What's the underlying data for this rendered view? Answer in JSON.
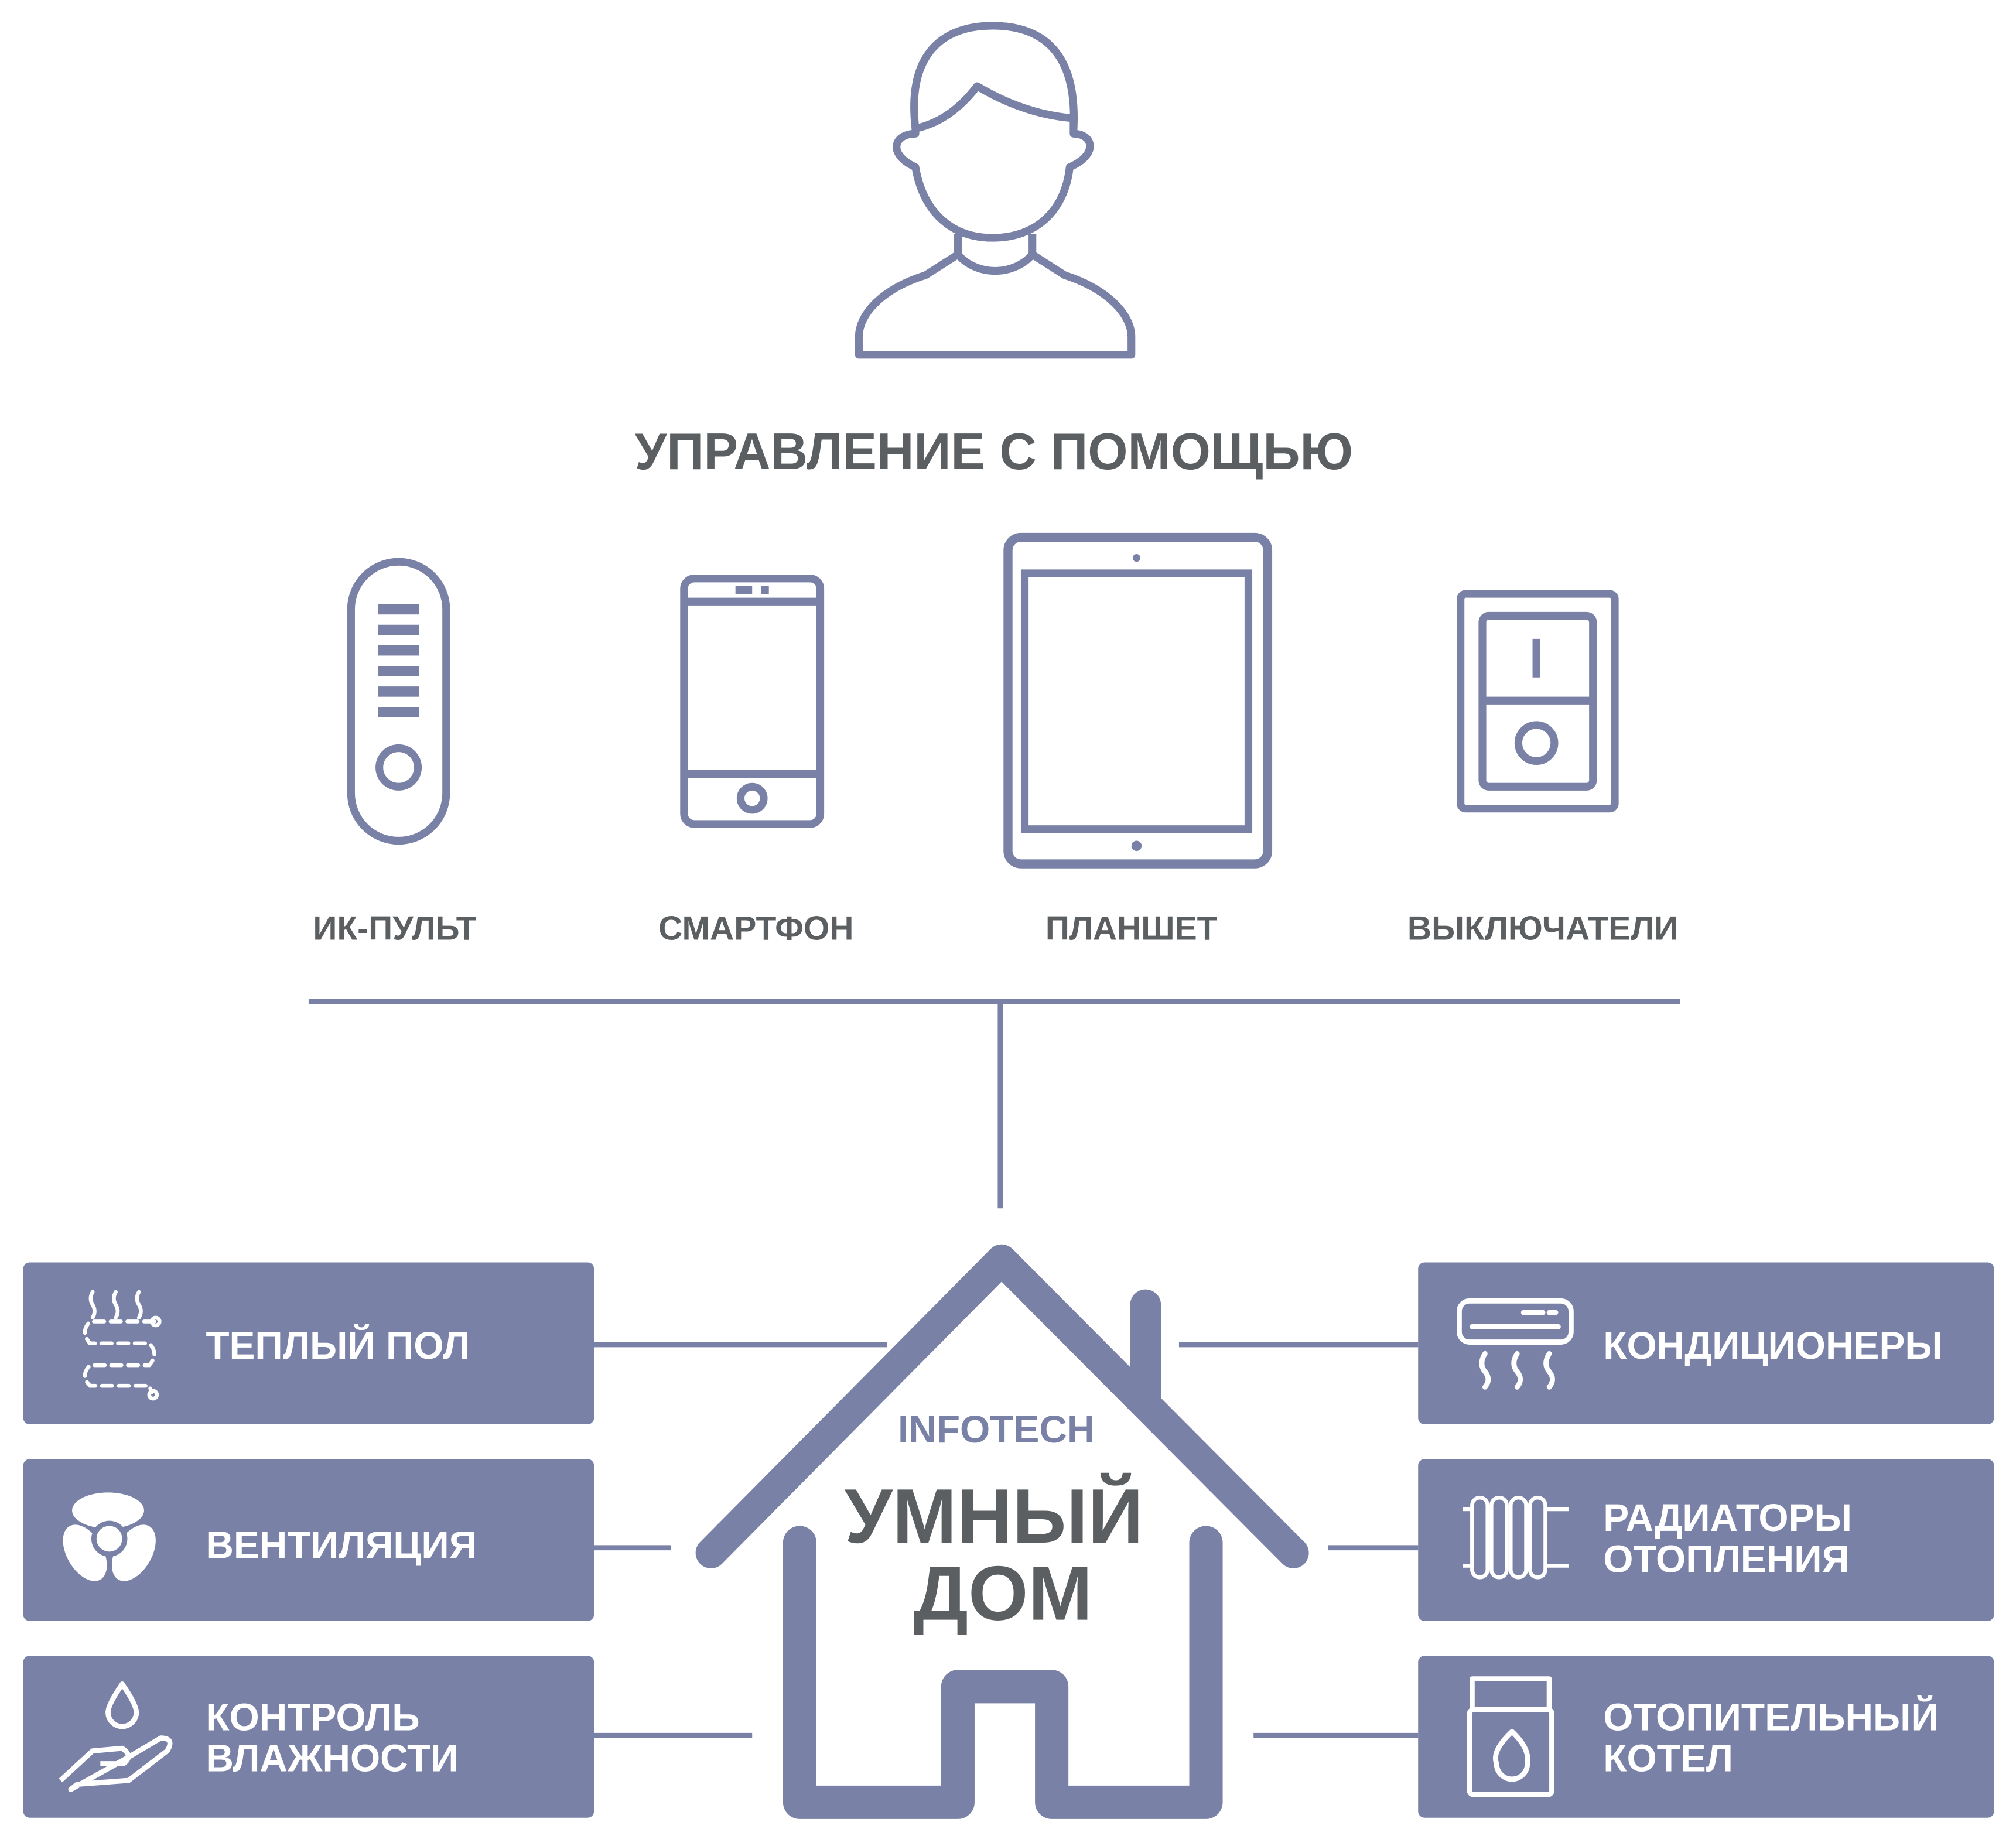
{
  "heading": "УПРАВЛЕНИЕ С ПОМОЩЬЮ",
  "devices": [
    {
      "label": "ИК-ПУЛЬТ",
      "icon": "remote-icon"
    },
    {
      "label": "СМАРТФОН",
      "icon": "smartphone-icon"
    },
    {
      "label": "ПЛАНШЕТ",
      "icon": "tablet-icon"
    },
    {
      "label": "ВЫКЛЮЧАТЕЛИ",
      "icon": "switch-icon"
    }
  ],
  "house": {
    "brand": "INFOTECH",
    "title_line1": "УМНЫЙ",
    "title_line2": "ДОМ"
  },
  "left_features": [
    {
      "line1": "ТЕПЛЫЙ ПОЛ",
      "line2": "",
      "icon": "floor-heating-icon"
    },
    {
      "line1": "ВЕНТИЛЯЦИЯ",
      "line2": "",
      "icon": "fan-icon"
    },
    {
      "line1": "КОНТРОЛЬ",
      "line2": "ВЛАЖНОСТИ",
      "icon": "humidity-hand-icon"
    }
  ],
  "right_features": [
    {
      "line1": "КОНДИЦИОНЕРЫ",
      "line2": "",
      "icon": "air-conditioner-icon"
    },
    {
      "line1": "РАДИАТОРЫ",
      "line2": "ОТОПЛЕНИЯ",
      "icon": "radiator-icon"
    },
    {
      "line1": "ОТОПИТЕЛЬНЫЙ",
      "line2": "КОТЕЛ",
      "icon": "boiler-icon"
    }
  ],
  "colors": {
    "accent": "#7981a6",
    "text": "#5b5f61"
  }
}
